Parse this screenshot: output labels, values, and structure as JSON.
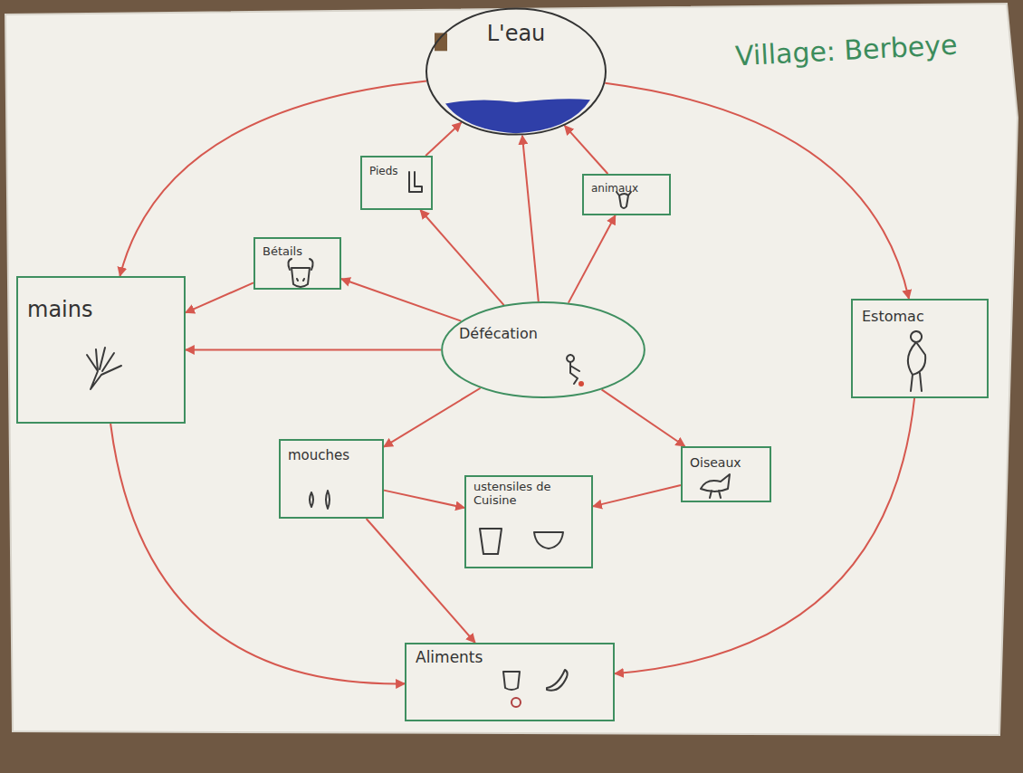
{
  "diagram": {
    "nodes": [
      {
        "text": [
          "L'eau"
        ]
      },
      {
        "text": [
          "Pieds"
        ]
      },
      {
        "text": [
          "animaux"
        ]
      },
      {
        "text": [
          "Bétails"
        ]
      },
      {
        "text": [
          "mains"
        ]
      },
      {
        "text": [
          "Défécation"
        ]
      },
      {
        "text": [
          "Estomac"
        ]
      },
      {
        "text": [
          "mouches"
        ]
      },
      {
        "text": [
          "ustensiles de Cuisine"
        ]
      },
      {
        "text": [
          "Oiseaux"
        ]
      },
      {
        "text": [
          "Aliments"
        ]
      }
    ],
    "edges": [
      {
        "from": 0,
        "to": 4,
        "arrow": "to"
      },
      {
        "from": 0,
        "to": 6,
        "arrow": "to"
      },
      {
        "from": 1,
        "to": 0,
        "arrow": "to"
      },
      {
        "from": 2,
        "to": 0,
        "arrow": "to"
      },
      {
        "from": 5,
        "to": 0,
        "arrow": "to"
      },
      {
        "from": 3,
        "to": 4,
        "arrow": "to"
      },
      {
        "from": 5,
        "to": 1,
        "arrow": "to"
      },
      {
        "from": 5,
        "to": 2,
        "arrow": "to"
      },
      {
        "from": 5,
        "to": 3,
        "arrow": "to"
      },
      {
        "from": 5,
        "to": 4,
        "arrow": "to"
      },
      {
        "from": 4,
        "to": 10,
        "arrow": "to"
      },
      {
        "from": 6,
        "to": 10,
        "arrow": "to"
      },
      {
        "from": 5,
        "to": 7,
        "arrow": "to"
      },
      {
        "from": 5,
        "to": 9,
        "arrow": "to"
      },
      {
        "from": 7,
        "to": 8,
        "arrow": "to"
      },
      {
        "from": 7,
        "to": 10,
        "arrow": "to"
      },
      {
        "from": 9,
        "to": 8,
        "arrow": "to"
      }
    ],
    "labels": [
      "Village: Berbeye"
    ]
  }
}
